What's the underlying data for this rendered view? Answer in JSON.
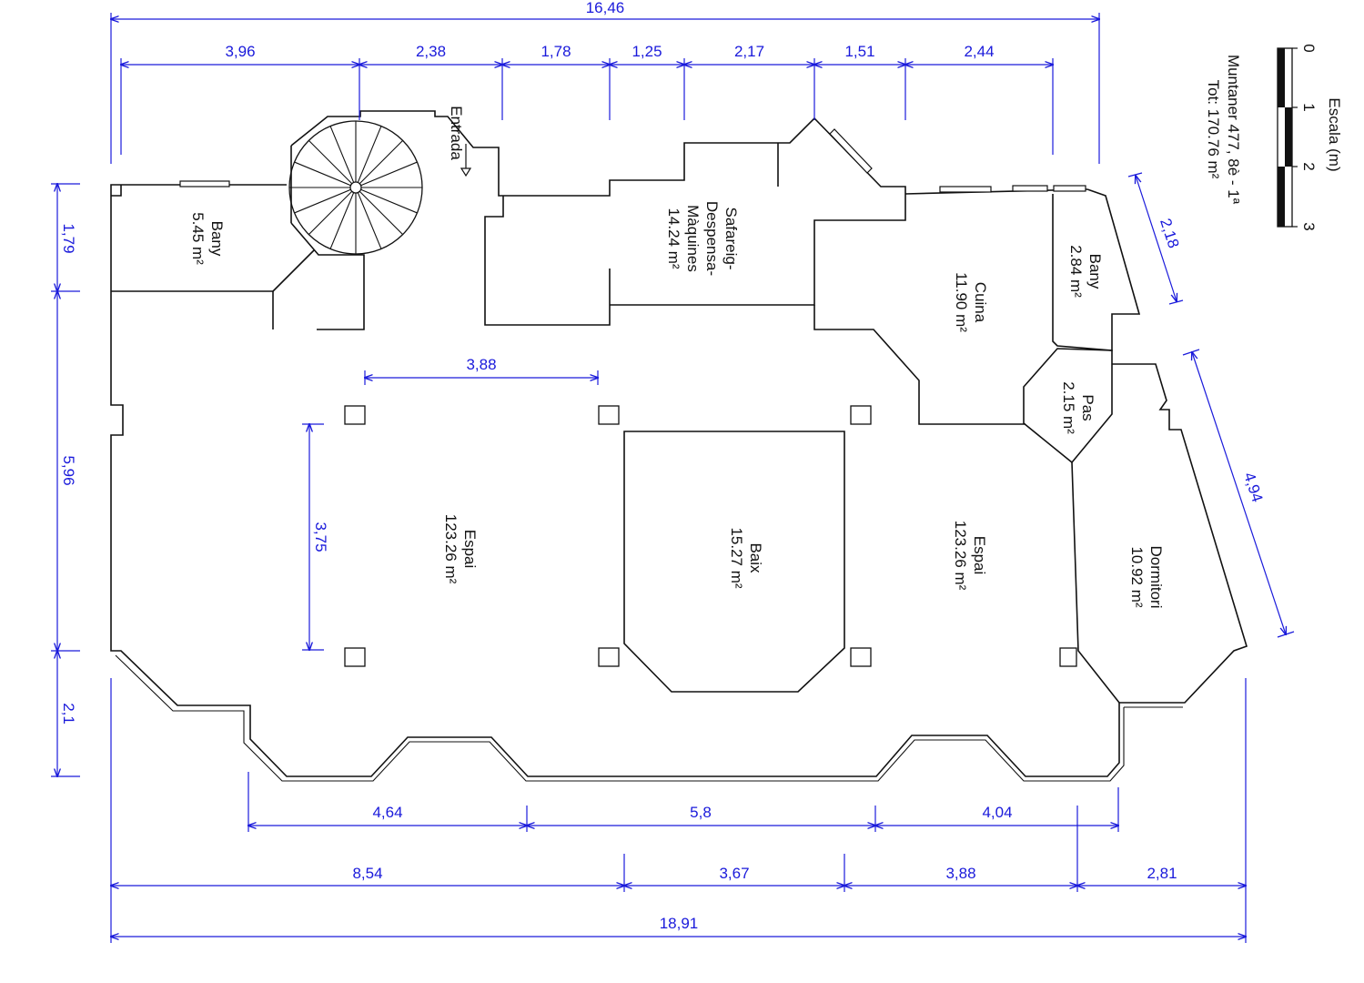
{
  "rooms": {
    "bany1": {
      "name": "Bany",
      "area": "5.45 m²"
    },
    "safareig": {
      "name1": "Safareig-",
      "name2": "Despensa-",
      "name3": "Màquines",
      "area": "14.24 m²"
    },
    "cuina": {
      "name": "Cuina",
      "area": "11.90 m²"
    },
    "bany2": {
      "name": "Bany",
      "area": "2.84 m²"
    },
    "pas": {
      "name": "Pas",
      "area": "2.15 m²"
    },
    "espai1": {
      "name": "Espai",
      "area": "123.26 m²"
    },
    "baix": {
      "name": "Baix",
      "area": "15.27 m²"
    },
    "espai2": {
      "name": "Espai",
      "area": "123.26 m²"
    },
    "dormitori": {
      "name": "Dormitori",
      "area": "10.92 m²"
    }
  },
  "entrada": "Entrada",
  "legend": {
    "address": "Muntaner 477, 8è - 1ª",
    "total": "Tot: 170.76 m²",
    "scale_title": "Escala (m)",
    "scale_ticks": [
      "0",
      "1",
      "2",
      "3"
    ]
  },
  "dimensions": {
    "total_top": "16,46",
    "top": [
      "3,96",
      "2,38",
      "1,78",
      "1,25",
      "2,17",
      "1,51",
      "2,44"
    ],
    "left": [
      "1,79",
      "5,96",
      "2,1"
    ],
    "inner_h": "3,88",
    "inner_v": "3,75",
    "right_small": "2,18",
    "right_big": "4,94",
    "bottom1": [
      "4,64",
      "5,8",
      "4,04"
    ],
    "bottom2": [
      "8,54",
      "3,67",
      "3,88",
      "2,81"
    ],
    "total_bottom": "18,91"
  },
  "colors": {
    "dimension": "#1a1adb",
    "wall": "#111111"
  }
}
